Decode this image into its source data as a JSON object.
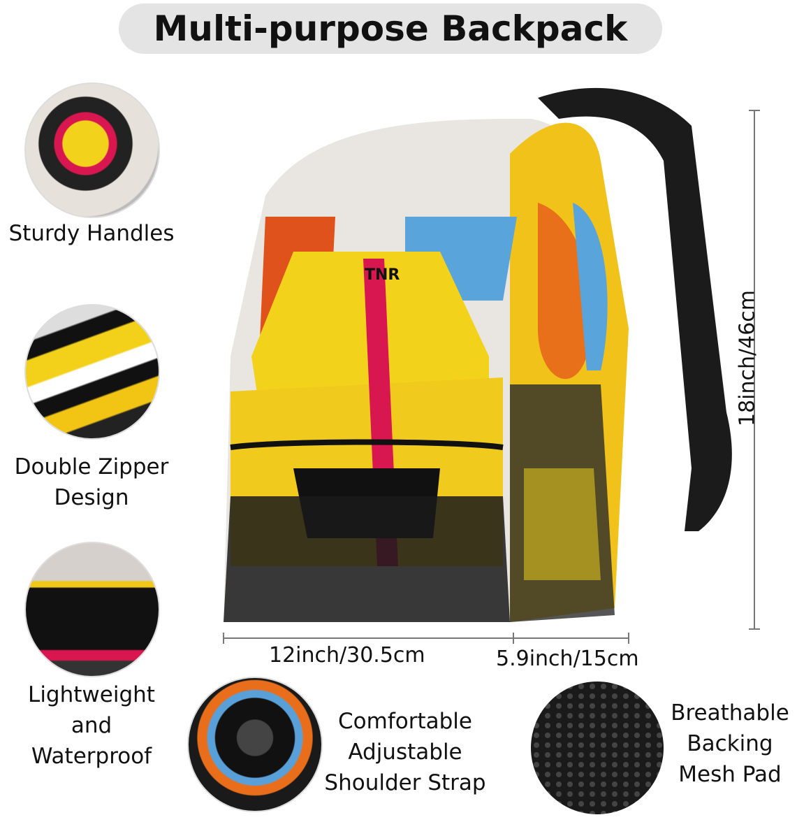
{
  "title": "Multi-purpose Backpack",
  "features": {
    "handles": "Sturdy Handles",
    "zipper": [
      "Double Zipper",
      "Design"
    ],
    "waterproof": [
      "Lightweight",
      "and",
      "Waterproof"
    ],
    "strap": [
      "Comfortable",
      "Adjustable",
      "Shoulder Strap"
    ],
    "mesh": [
      "Breathable",
      "Backing",
      "Mesh Pad"
    ]
  },
  "dimensions": {
    "height": "18inch/46cm",
    "width": "12inch/30.5cm",
    "depth": "5.9inch/15cm"
  },
  "print_text": "TNR"
}
